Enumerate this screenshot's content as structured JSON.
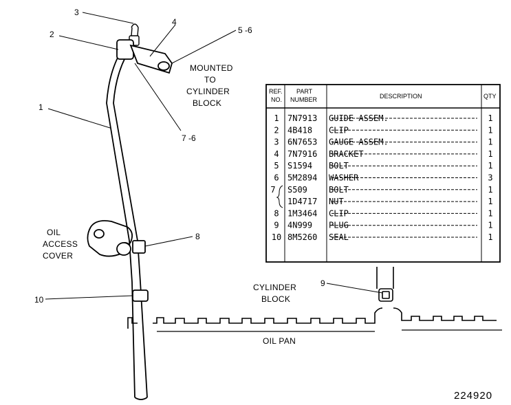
{
  "callouts": [
    "1",
    "2",
    "3",
    "4",
    "5 -6",
    "7 -6",
    "8",
    "9",
    "10"
  ],
  "labels": {
    "mounted": [
      "MOUNTED",
      "TO",
      "CYLINDER",
      "BLOCK"
    ],
    "oil_access": [
      "OIL",
      "ACCESS",
      "COVER"
    ],
    "cylinder_block": [
      "CYLINDER",
      "BLOCK"
    ],
    "oil_pan": "OIL PAN",
    "figure_number": "224920"
  },
  "table": {
    "headers": {
      "ref": [
        "REF.",
        "NO."
      ],
      "part": [
        "PART",
        "NUMBER"
      ],
      "description": "DESCRIPTION",
      "qty": "QTY"
    },
    "rows": [
      {
        "ref": "1",
        "part": "7N7913",
        "desc": "GUIDE ASSEM.",
        "qty": "1"
      },
      {
        "ref": "2",
        "part": "4B418",
        "desc": "CLIP",
        "qty": "1"
      },
      {
        "ref": "3",
        "part": "6N7653",
        "desc": "GAUGE ASSEM.",
        "qty": "1"
      },
      {
        "ref": "4",
        "part": "7N7916",
        "desc": "BRACKET",
        "qty": "1"
      },
      {
        "ref": "5",
        "part": "S1594",
        "desc": "BOLT",
        "qty": "1"
      },
      {
        "ref": "6",
        "part": "5M2894",
        "desc": "WASHER",
        "qty": "3"
      },
      {
        "ref": "7",
        "part": "S509",
        "desc": "BOLT",
        "qty": "1"
      },
      {
        "ref": "",
        "part": "1D4717",
        "desc": "NUT",
        "qty": "1"
      },
      {
        "ref": "8",
        "part": "1M3464",
        "desc": "CLIP",
        "qty": "1"
      },
      {
        "ref": "9",
        "part": "4N999",
        "desc": "PLUG",
        "qty": "1"
      },
      {
        "ref": "10",
        "part": "8M5260",
        "desc": "SEAL",
        "qty": "1"
      }
    ]
  }
}
